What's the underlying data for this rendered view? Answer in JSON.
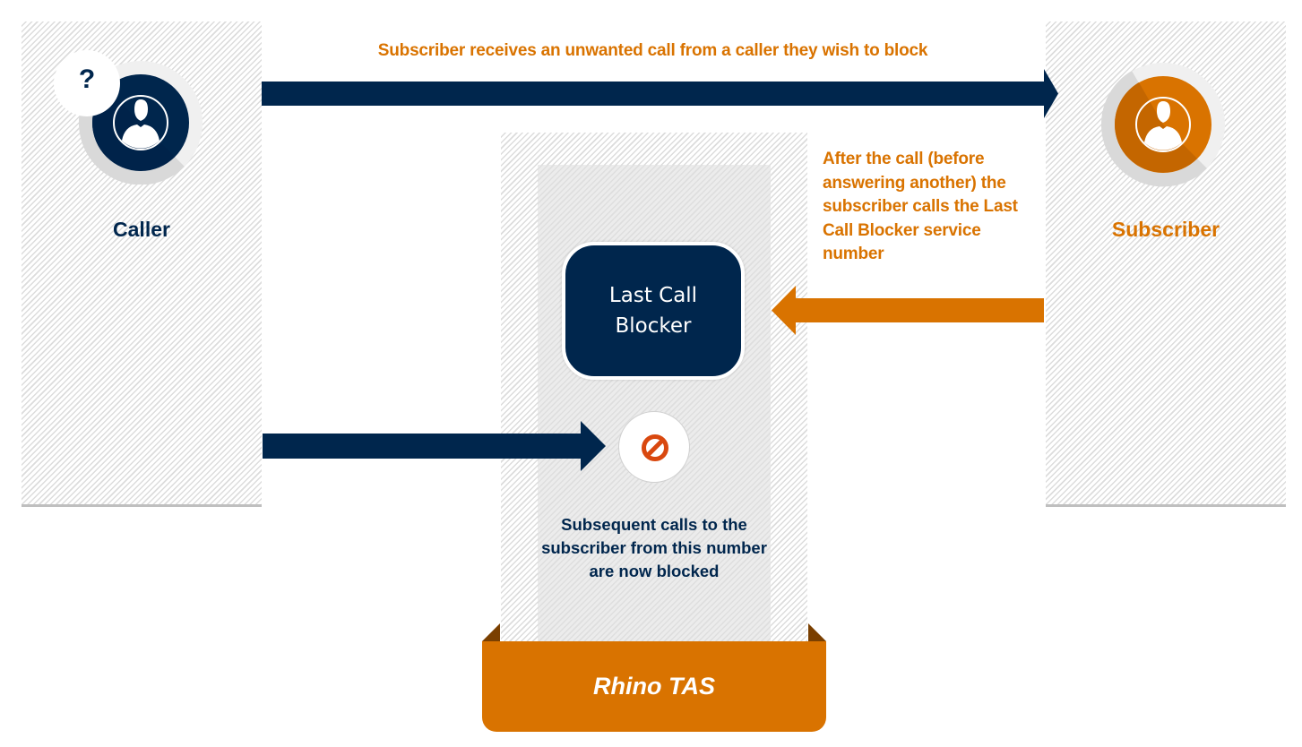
{
  "diagram": {
    "title": "Last Call Blocker flow",
    "colors": {
      "navy": "#00264d",
      "orange": "#d97300",
      "block_red": "#d9480f",
      "panel_border": "#bfbfbf",
      "fold_dark": "#7a3f00"
    },
    "actors": {
      "caller": {
        "label": "Caller",
        "icon": "user-icon",
        "badge": "?",
        "badge_icon": "question-mark-icon"
      },
      "subscriber": {
        "label": "Subscriber",
        "icon": "user-icon"
      }
    },
    "steps": {
      "unwanted_call": "Subscriber receives an unwanted call from a caller they wish to block",
      "call_service": "After the call (before answering another) the subscriber calls the Last Call Blocker service number",
      "blocked": "Subsequent calls to the subscriber from this number are now blocked"
    },
    "service": {
      "name": "Last Call Blocker",
      "block_icon": "no-entry-icon"
    },
    "platform": {
      "name": "Rhino TAS"
    }
  }
}
